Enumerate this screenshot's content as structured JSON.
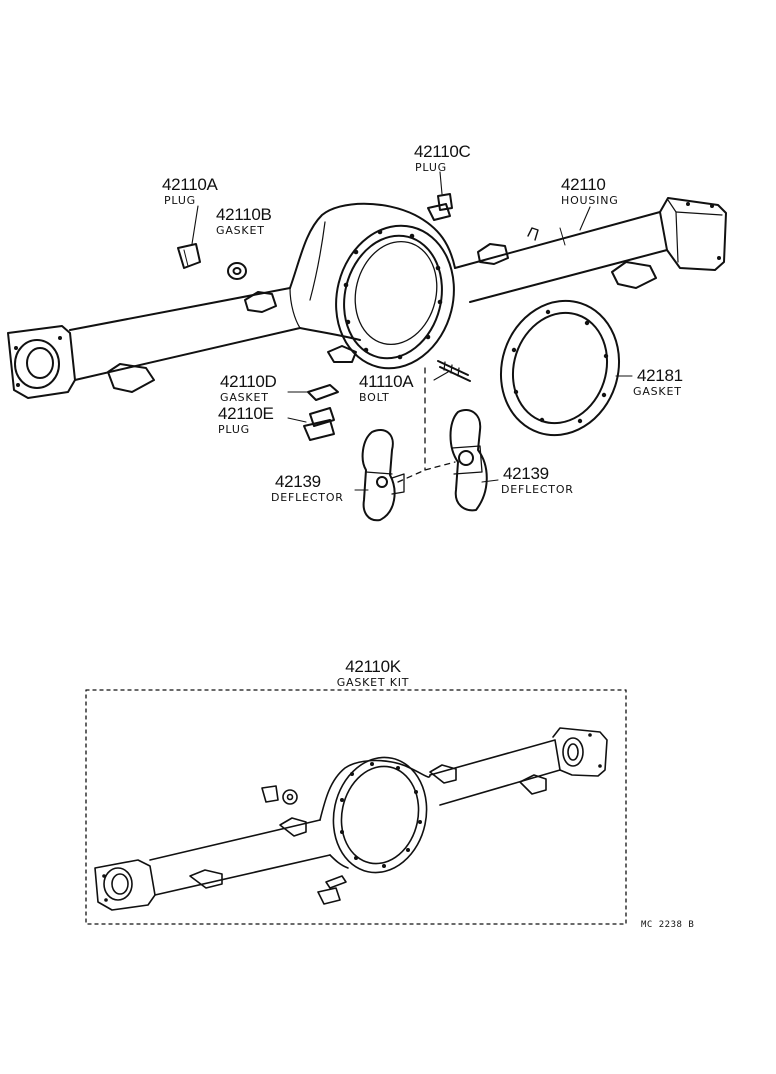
{
  "parts": {
    "p42110a": {
      "number": "42110A",
      "name": "PLUG"
    },
    "p42110b": {
      "number": "42110B",
      "name": "GASKET"
    },
    "p42110c": {
      "number": "42110C",
      "name": "PLUG"
    },
    "p42110": {
      "number": "42110",
      "name": "HOUSING"
    },
    "p42110d": {
      "number": "42110D",
      "name": "GASKET"
    },
    "p42110e": {
      "number": "42110E",
      "name": "PLUG"
    },
    "p41110a": {
      "number": "41110A",
      "name": "BOLT"
    },
    "p42181": {
      "number": "42181",
      "name": "GASKET"
    },
    "p42139l": {
      "number": "42139",
      "name": "DEFLECTOR"
    },
    "p42139r": {
      "number": "42139",
      "name": "DEFLECTOR"
    },
    "p42110k": {
      "number": "42110K",
      "name": "GASKET KIT"
    }
  },
  "diagram_code": "MC 2238 B"
}
